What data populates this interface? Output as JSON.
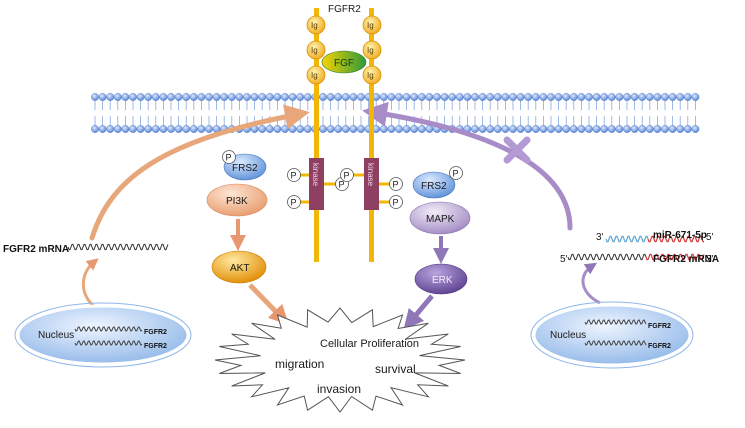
{
  "receptor": {
    "title": "FGFR2",
    "ig_label": "Ig",
    "ligand": "FGF",
    "kinase_label": "kinase",
    "p_label": "P"
  },
  "left_pathway": {
    "adaptor": "FRS2",
    "mid": "PI3K",
    "effector": "AKT"
  },
  "right_pathway": {
    "adaptor": "FRS2",
    "mid": "MAPK",
    "effector": "ERK"
  },
  "outcome": {
    "title": "Cellular Proliferation",
    "items": [
      "migration",
      "survival",
      "invasion"
    ]
  },
  "left_cell": {
    "mrna_label": "FGFR2 mRNA",
    "nucleus": "Nucleus",
    "gene_labels": [
      "FGFR2",
      "FGFR2"
    ]
  },
  "right_cell": {
    "mirna_label": "miR-671-5p",
    "mrna_label": "FGFR2 mRNA",
    "prime3": "3'",
    "prime5": "5'",
    "nucleus": "Nucleus",
    "gene_labels": [
      "FGFR2",
      "FGFR2"
    ]
  },
  "colors": {
    "receptor": "#f2b705",
    "kinase": "#8e3f62",
    "membrane": "#6f9be0",
    "orange_arrow": "#e8a77a",
    "purple_arrow": "#a78cc8",
    "mirna": "#5ea6d6",
    "mrna_red": "#d23a3a",
    "nucleus_fill": "#b9d3f2"
  }
}
